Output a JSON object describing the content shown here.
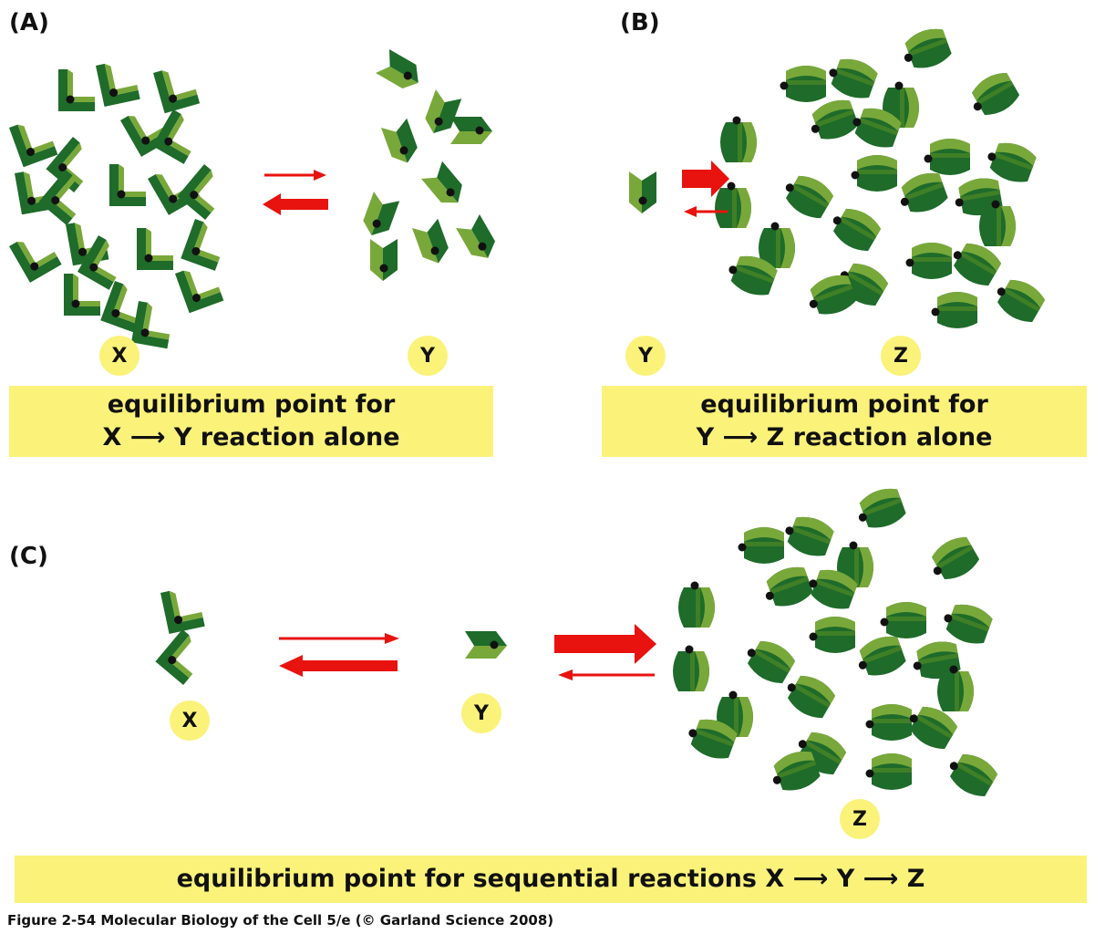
{
  "panels": {
    "a": {
      "label": "(A)",
      "left_species": "X",
      "right_species": "Y",
      "banner_line1": "equilibrium point for",
      "banner_line2_from": "X",
      "banner_line2_to": "Y reaction alone"
    },
    "b": {
      "label": "(B)",
      "left_species": "Y",
      "right_species": "Z",
      "banner_line1": "equilibrium point for",
      "banner_line2_from": "Y",
      "banner_line2_to": "Z reaction alone"
    },
    "c": {
      "label": "(C)",
      "left_species": "X",
      "middle_species": "Y",
      "right_species": "Z",
      "banner_text": "equilibrium point for sequential reactions X",
      "banner_y": "Y",
      "banner_z": "Z"
    }
  },
  "caption": "Figure 2-54  Molecular Biology of the Cell 5/e (© Garland Science 2008)",
  "colors": {
    "dark_green": "#1e6b2a",
    "light_green": "#79a83a",
    "red_arrow": "#e8120e",
    "banner_yellow": "#fbf27a",
    "dot": "#111111"
  }
}
